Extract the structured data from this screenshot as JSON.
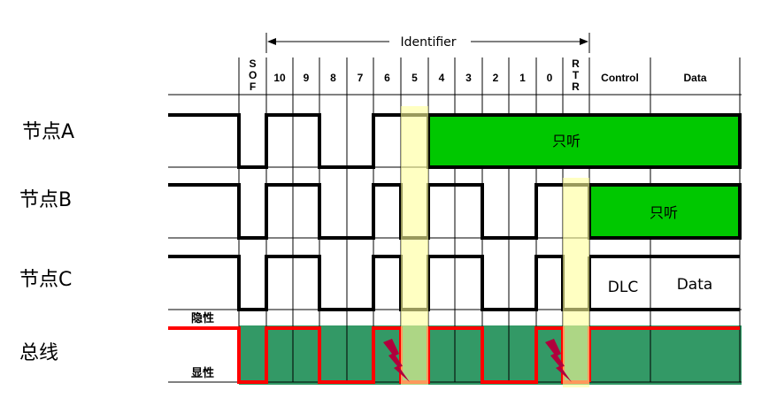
{
  "header": {
    "identifier": "Identifier",
    "bits": [
      "SOF",
      "10",
      "9",
      "8",
      "7",
      "6",
      "5",
      "4",
      "3",
      "2",
      "1",
      "0",
      "RTR"
    ],
    "control": "Control",
    "data": "Data"
  },
  "labels": {
    "node_a": "节点A",
    "node_b": "节点B",
    "node_c": "节点C",
    "bus": "总线",
    "recessive": "隐性",
    "dominant": "显性"
  },
  "nodes": [
    {
      "name": "A",
      "levels": [
        0,
        1,
        1,
        0,
        0,
        1,
        1
      ],
      "listen_label": "只听"
    },
    {
      "name": "B",
      "levels": [
        0,
        1,
        1,
        0,
        0,
        1,
        0,
        1,
        1,
        0,
        0,
        1,
        1
      ],
      "listen_label": "只听"
    },
    {
      "name": "C",
      "levels": [
        0,
        1,
        1,
        0,
        0,
        1,
        0,
        1,
        1,
        0,
        0,
        1,
        0
      ],
      "dlc": "DLC",
      "data": "Data"
    }
  ],
  "bus_levels": [
    0,
    1,
    1,
    0,
    0,
    1,
    0,
    1,
    1,
    0,
    0,
    1,
    0
  ],
  "colors": {
    "listen": "#00c800",
    "bus_bg": "#339966",
    "bus_line": "#ff0000",
    "highlight": "#ffff99",
    "bolt": "#b0003c"
  }
}
